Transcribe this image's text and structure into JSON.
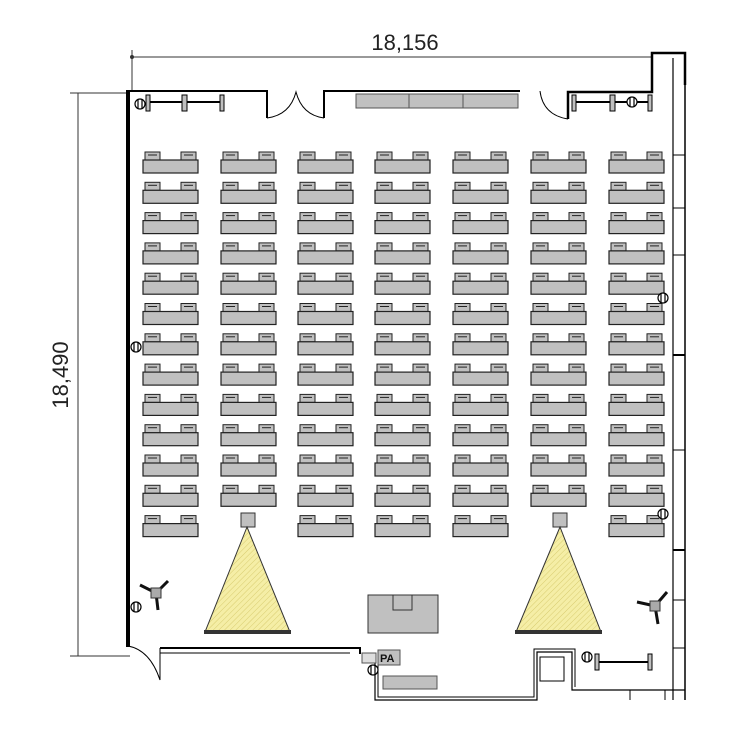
{
  "dimensions": {
    "width_label": "18,156",
    "height_label": "18,490"
  },
  "labels": {
    "pa": "PA"
  },
  "seating": {
    "rows": 13,
    "columns": 7,
    "replaced_by_projector": [
      [
        12,
        1
      ],
      [
        12,
        5
      ]
    ]
  },
  "colors": {
    "furniture": "#c0c0c0",
    "screen_beam": "#f3eca0",
    "wall": "#000000"
  }
}
